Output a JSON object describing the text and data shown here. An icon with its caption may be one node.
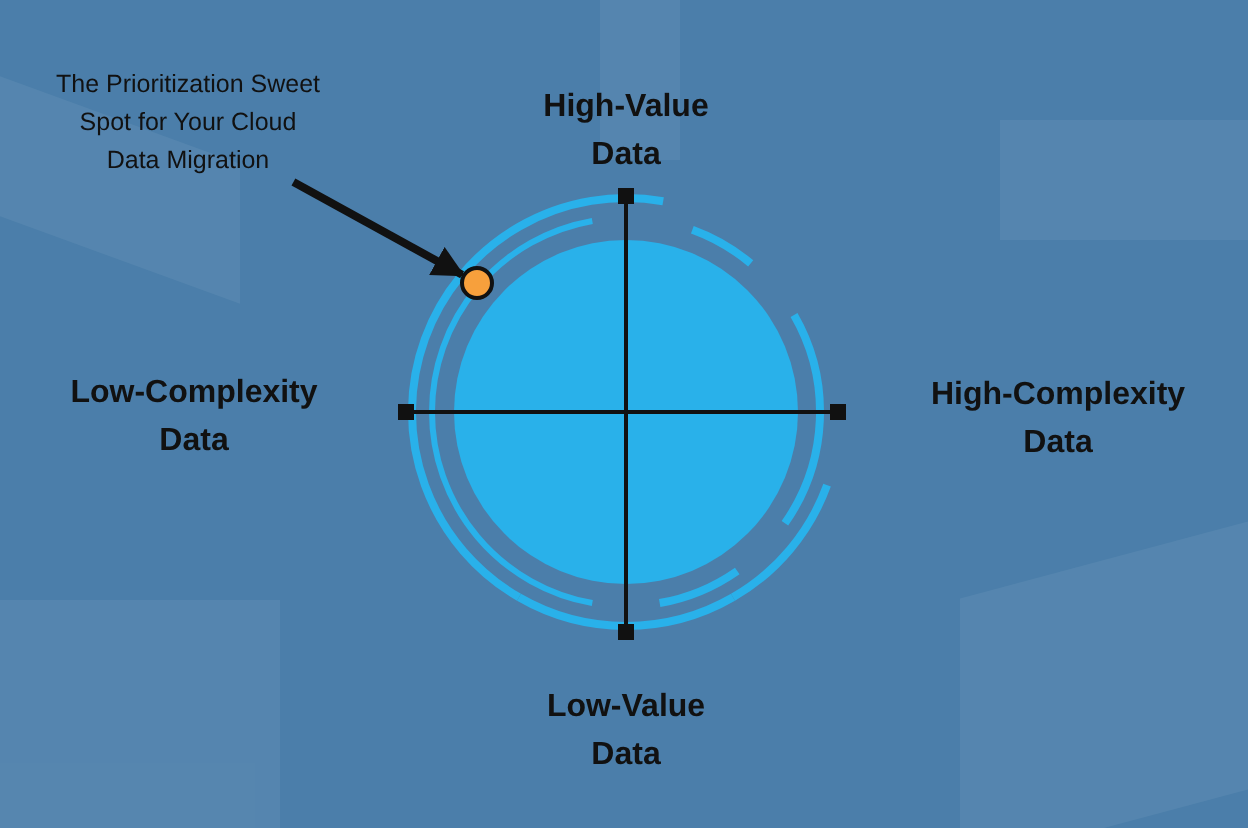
{
  "diagram": {
    "nodes": [
      {
        "text": [
          "The Prioritization Sweet Spot for Your Cloud Data Migration"
        ]
      },
      {
        "text": [],
        "shape": "circle"
      }
    ],
    "edges": [
      {
        "from": 0,
        "to": 1,
        "arrow": "to"
      }
    ],
    "labels": [
      "High-Value Data",
      "Low-Complexity Data",
      "High-Complexity Data",
      "Low-Value Data"
    ]
  }
}
